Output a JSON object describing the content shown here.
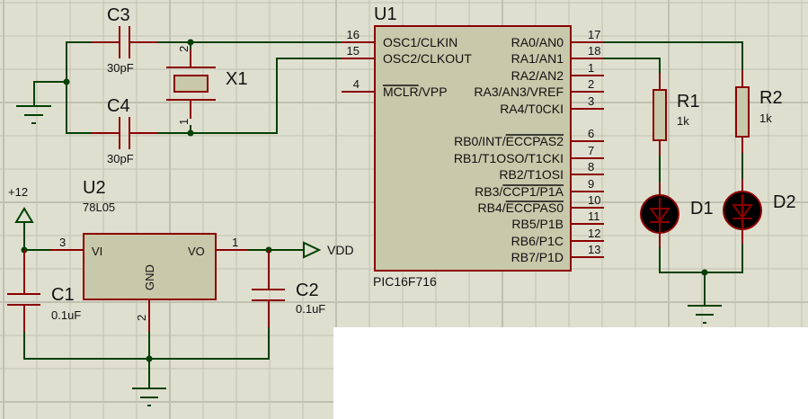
{
  "schematic": {
    "background_color": "#dfdfd0",
    "grid_color": "#c0c0b0",
    "wire_color": "#004000",
    "pin_color": "#8b0000",
    "body_color": "#c8c8aa",
    "components": {
      "U1": {
        "ref": "U1",
        "part": "PIC16F716",
        "left_pins": [
          {
            "num": "16",
            "name": "OSC1/CLKIN"
          },
          {
            "num": "15",
            "name": "OSC2/CLKOUT"
          },
          {
            "num": "4",
            "name": "MCLR/VPP",
            "overline": "MCLR"
          }
        ],
        "right_pins": [
          {
            "num": "17",
            "name": "RA0/AN0"
          },
          {
            "num": "18",
            "name": "RA1/AN1"
          },
          {
            "num": "1",
            "name": "RA2/AN2"
          },
          {
            "num": "2",
            "name": "RA3/AN3/VREF"
          },
          {
            "num": "3",
            "name": "RA4/T0CKI"
          },
          {
            "num": "6",
            "name": "RB0/INT/ECCPAS2",
            "overline": "ECCPAS2"
          },
          {
            "num": "7",
            "name": "RB1/T1OSO/T1CKI"
          },
          {
            "num": "8",
            "name": "RB2/T1OSI"
          },
          {
            "num": "9",
            "name": "RB3/CCP1/P1A",
            "overline": "CCP1/P1A"
          },
          {
            "num": "10",
            "name": "RB4/ECCPAS0",
            "overline": "ECCPAS0"
          },
          {
            "num": "11",
            "name": "RB5/P1B"
          },
          {
            "num": "12",
            "name": "RB6/P1C"
          },
          {
            "num": "13",
            "name": "RB7/P1D"
          }
        ]
      },
      "U2": {
        "ref": "U2",
        "part": "78L05",
        "pins": [
          {
            "num": "3",
            "name": "VI"
          },
          {
            "num": "1",
            "name": "VO"
          },
          {
            "num": "2",
            "name": "GND"
          }
        ]
      },
      "C1": {
        "ref": "C1",
        "value": "0.1uF"
      },
      "C2": {
        "ref": "C2",
        "value": "0.1uF"
      },
      "C3": {
        "ref": "C3",
        "value": "30pF"
      },
      "C4": {
        "ref": "C4",
        "value": "30pF"
      },
      "X1": {
        "ref": "X1",
        "pin_top": "2",
        "pin_bottom": "1"
      },
      "R1": {
        "ref": "R1",
        "value": "1k"
      },
      "R2": {
        "ref": "R2",
        "value": "1k"
      },
      "D1": {
        "ref": "D1"
      },
      "D2": {
        "ref": "D2"
      }
    },
    "power": {
      "input_label": "+12",
      "output_label": "VDD"
    }
  }
}
